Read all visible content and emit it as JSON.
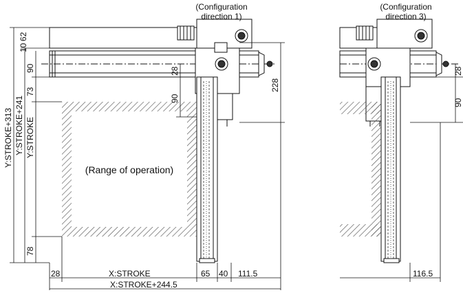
{
  "configs": {
    "direction1": [
      "(Configuration",
      "direction 1)"
    ],
    "direction3": [
      "(Configuration",
      "direction 3)"
    ]
  },
  "range_label": "(Range of operation)",
  "dims": {
    "d10": "10",
    "d62": "62",
    "d90_top": "90",
    "d73": "73",
    "d28_inner": "28",
    "d90_inner": "90",
    "d228": "228",
    "d78": "78",
    "y313": "Y:STROKE+313",
    "y241": "Y:STROKE+241",
    "ystroke": "Y:STROKE",
    "x28": "28",
    "xstroke": "X:STROKE",
    "x65": "65",
    "x40": "40",
    "x1115": "111.5",
    "x2445": "X:STROKE+244.5",
    "r28": "28",
    "r90": "90",
    "r1165": "116.5"
  },
  "colors": {
    "line": "#111111",
    "hatch": "#555555",
    "body": "#ffffff"
  }
}
